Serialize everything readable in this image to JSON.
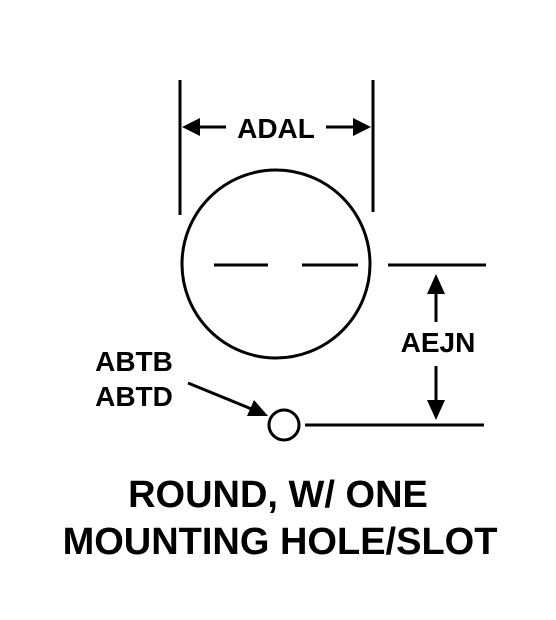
{
  "labels": {
    "width_dimension": "ADAL",
    "height_dimension": "AEJN",
    "hole_label_line1": "ABTB",
    "hole_label_line2": "ABTD"
  },
  "caption": {
    "line1": "ROUND, W/ ONE",
    "line2": "MOUNTING HOLE/SLOT"
  },
  "colors": {
    "ink": "#000000",
    "background": "#ffffff"
  }
}
